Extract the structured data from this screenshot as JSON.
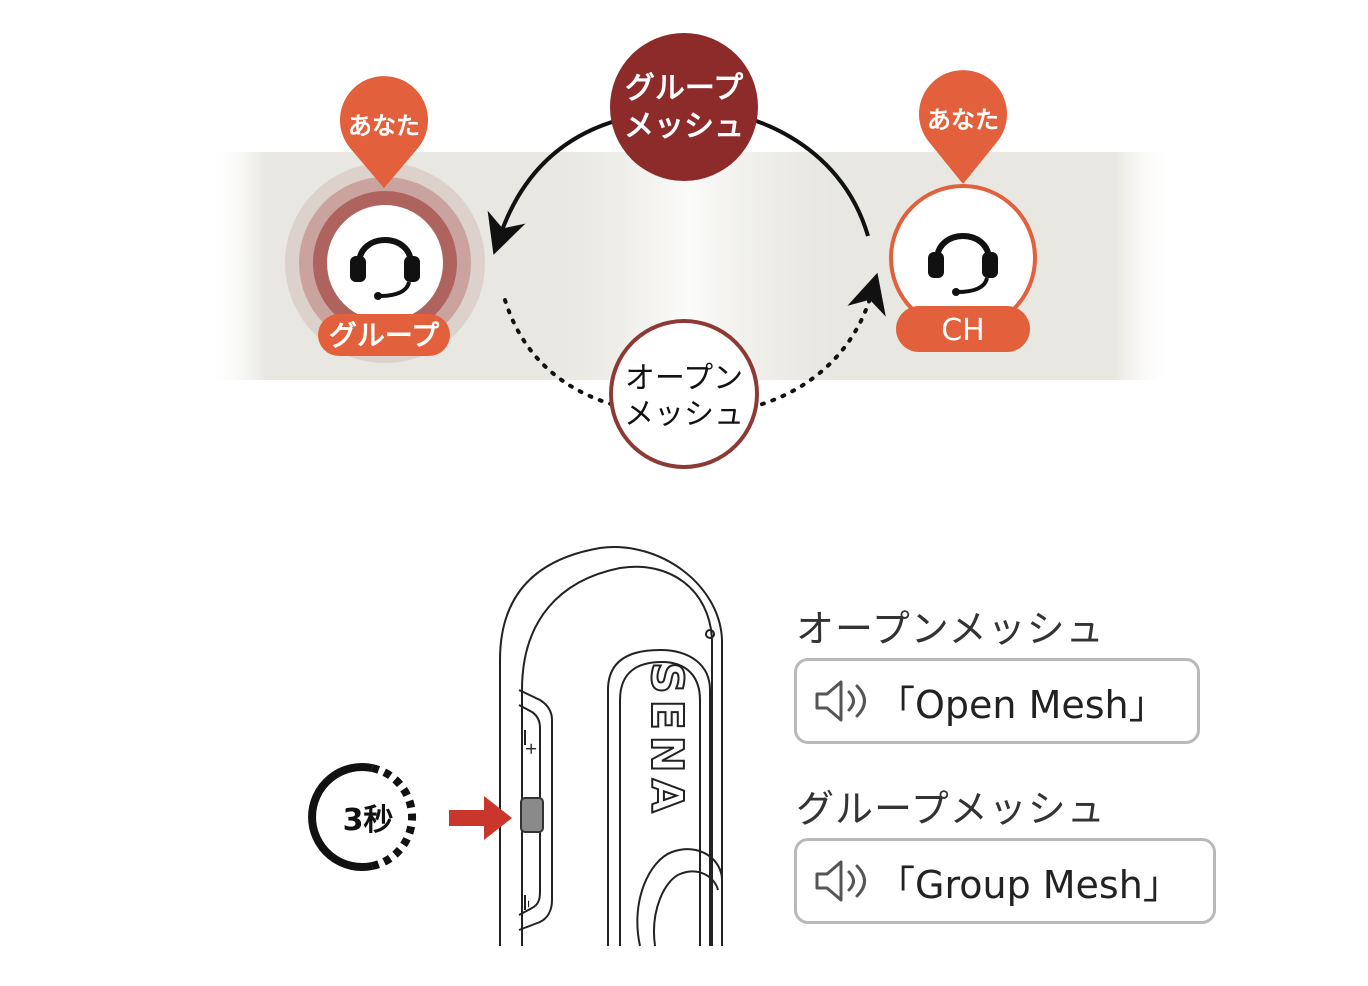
{
  "colors": {
    "accent": "#e2603b",
    "dark_red": "#8d2b2b",
    "outline_red": "#8d3a35",
    "arrow_red": "#c9372c",
    "band_gray": "#e9e8e2",
    "box_border": "#b9b9b9"
  },
  "modes": {
    "left_marker": "あなた",
    "right_marker": "あなた",
    "left_badge": "グループ",
    "right_badge": "CH",
    "group_mesh_line1": "グループ",
    "group_mesh_line2": "メッシュ",
    "open_mesh_line1": "オープン",
    "open_mesh_line2": "メッシュ"
  },
  "device": {
    "brand": "SENA",
    "plus": "+",
    "minus": "–",
    "hold_time": "3秒"
  },
  "prompts": {
    "open_label": "オープンメッシュ",
    "open_voice": "「Open Mesh」",
    "group_label": "グループメッシュ",
    "group_voice": "「Group Mesh」"
  },
  "icons": {
    "headset": "headset-icon",
    "speaker": "speaker-icon",
    "location": "location-pin-icon",
    "timer": "timer-icon"
  }
}
